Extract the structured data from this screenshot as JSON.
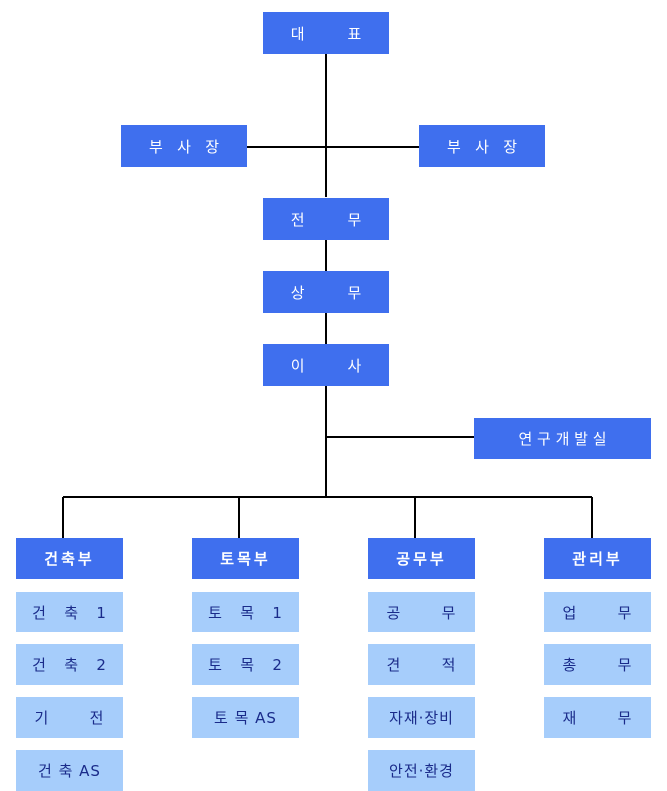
{
  "executives": {
    "ceo": "대         표",
    "vp_left": "부   사   장",
    "vp_right": "부   사   장",
    "senior_managing": "전         무",
    "managing": "상         무",
    "director": "이         사",
    "rnd": "연 구 개 발 실"
  },
  "departments": [
    {
      "name": "건축부",
      "units": [
        "건   축   1",
        "건   축   2",
        "기       전",
        "건 축 AS"
      ]
    },
    {
      "name": "토목부",
      "units": [
        "토   목   1",
        "토   목   2",
        "토 목 AS"
      ]
    },
    {
      "name": "공무부",
      "units": [
        "공       무",
        "견       적",
        "자재·장비",
        "안전·환경"
      ]
    },
    {
      "name": "관리부",
      "units": [
        "업       무",
        "총       무",
        "재       무"
      ]
    }
  ]
}
